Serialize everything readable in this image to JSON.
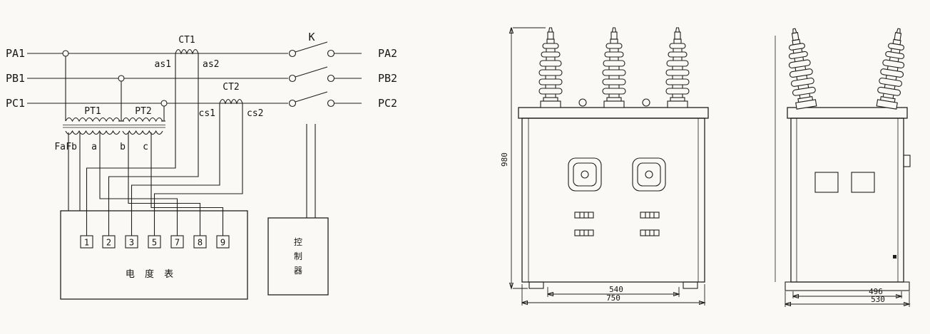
{
  "colors": {
    "ink": "#1f1f1f",
    "paper": "#faf9f6"
  },
  "schematic": {
    "phase_inputs": [
      "PA1",
      "PB1",
      "PC1"
    ],
    "phase_outputs": [
      "PA2",
      "PB2",
      "PC2"
    ],
    "switch_label": "K",
    "ct1_label": "CT1",
    "ct2_label": "CT2",
    "ct1_secondary_terminals": [
      "as1",
      "as2"
    ],
    "ct2_secondary_terminals": [
      "cs1",
      "cs2"
    ],
    "pt1_label": "PT1",
    "pt2_label": "PT2",
    "pt_secondary_leads": [
      "Fa",
      "Fb",
      "a",
      "b",
      "c"
    ],
    "meter_terminals": [
      "1",
      "2",
      "3",
      "5",
      "7",
      "8",
      "9"
    ],
    "meter_label": "电 度 表",
    "controller_label": "控制器",
    "controller_chars": [
      "控",
      "制",
      "器"
    ]
  },
  "front_view": {
    "dim_total_height": "980",
    "dim_mounting_width": "540",
    "dim_overall_width": "750"
  },
  "side_view": {
    "dim_mounting_depth": "496",
    "dim_overall_depth": "530"
  }
}
